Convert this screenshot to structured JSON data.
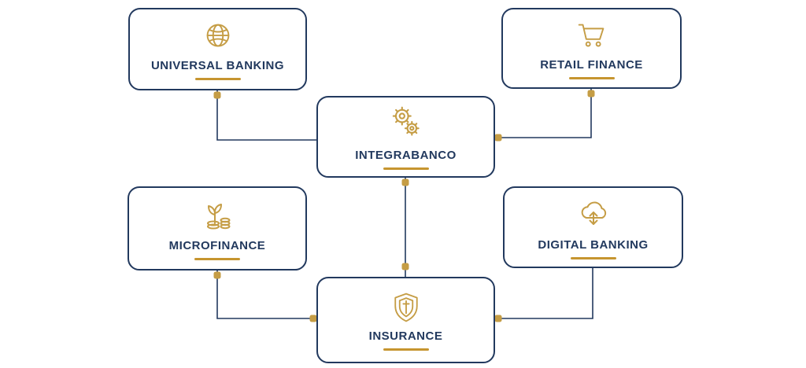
{
  "colors": {
    "navy": "#22395e",
    "gold": "#c59d45",
    "accent": "#c6952f",
    "bg": "#ffffff"
  },
  "nodes": {
    "universal_banking": {
      "label": "UNIVERSAL BANKING",
      "icon": "globe-icon"
    },
    "retail_finance": {
      "label": "RETAIL FINANCE",
      "icon": "shopping-cart-icon"
    },
    "integrabanco": {
      "label": "INTEGRABANCO",
      "icon": "gears-icon"
    },
    "microfinance": {
      "label": "MICROFINANCE",
      "icon": "plant-coins-icon"
    },
    "digital_banking": {
      "label": "DIGITAL BANKING",
      "icon": "cloud-arrows-icon"
    },
    "insurance": {
      "label": "INSURANCE",
      "icon": "shield-icon"
    }
  }
}
